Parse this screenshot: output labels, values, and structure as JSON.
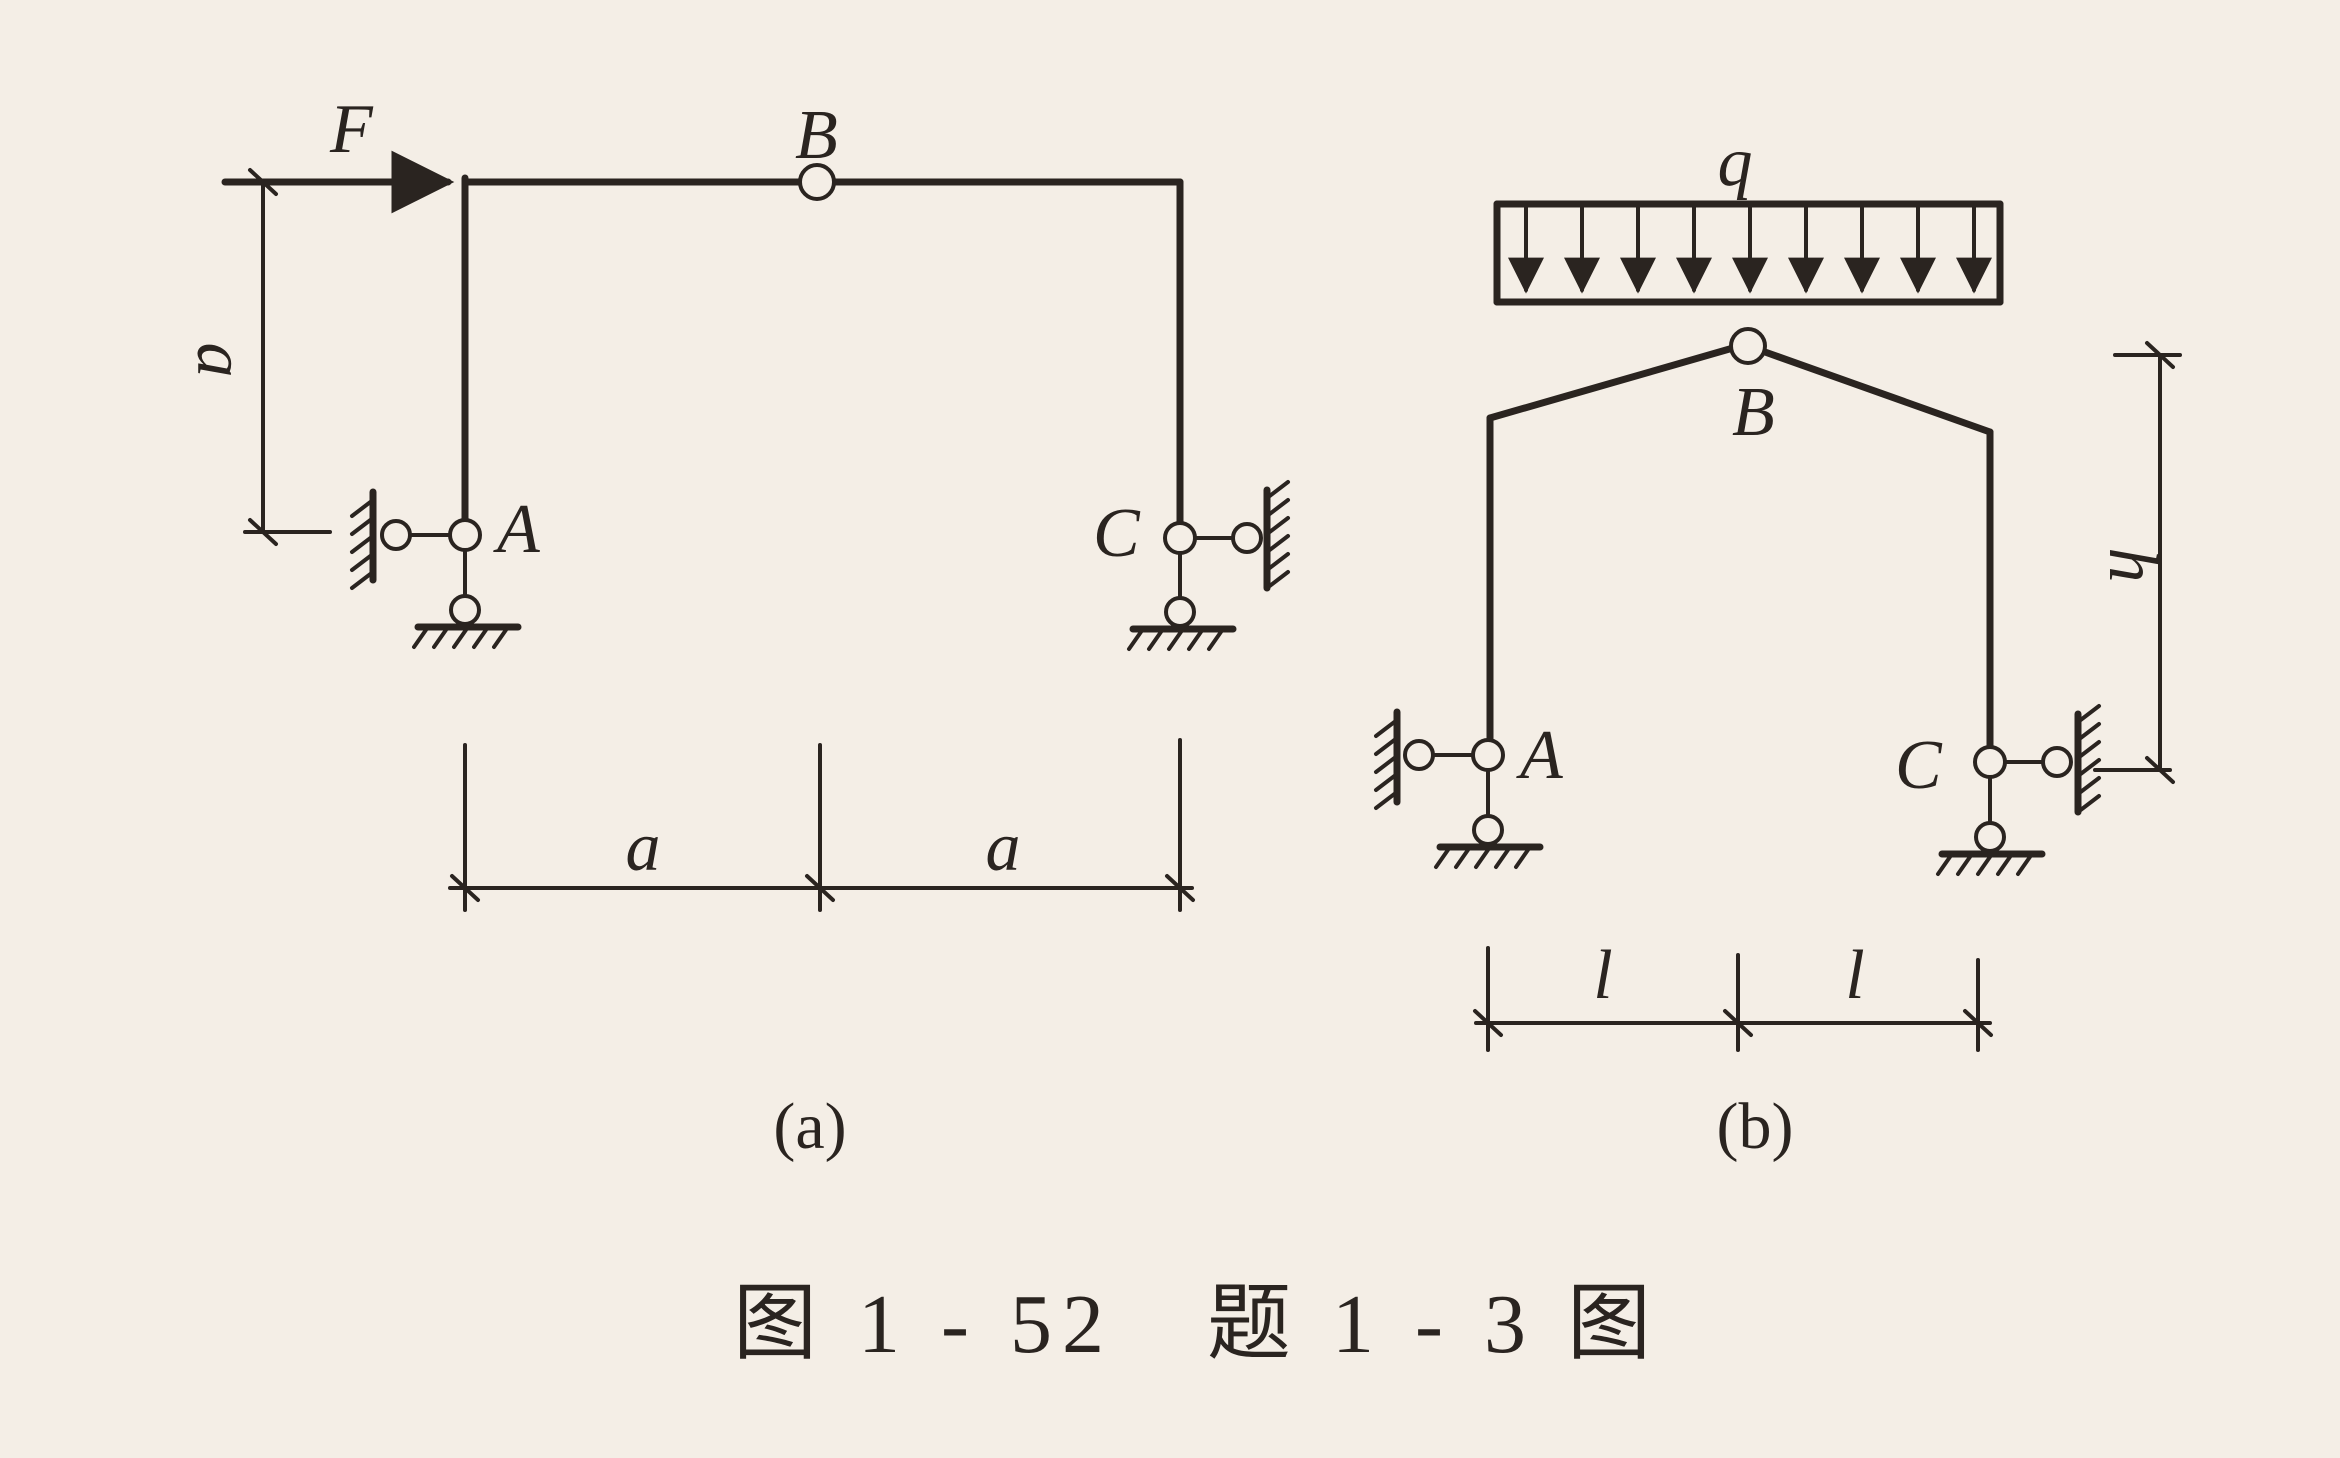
{
  "figure_a": {
    "force_label": "F",
    "hinge_label": "B",
    "support_left_label": "A",
    "support_right_label": "C",
    "height_dim_label": "a",
    "span_left_label": "a",
    "span_right_label": "a",
    "caption": "(a)"
  },
  "figure_b": {
    "load_label": "q",
    "hinge_label": "B",
    "support_left_label": "A",
    "support_right_label": "C",
    "height_dim_label": "h",
    "span_left_label": "l",
    "span_right_label": "l",
    "caption": "(b)"
  },
  "figure_title": "图 1 - 52   题 1 - 3 图",
  "colors": {
    "ink": "#2a2420",
    "paper": "#f4eee6"
  }
}
